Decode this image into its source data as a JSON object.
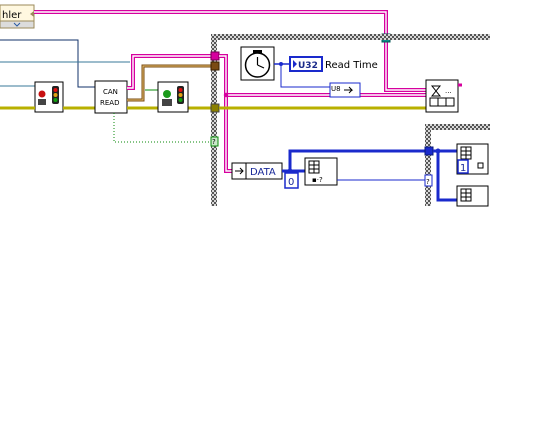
{
  "error_cluster_label": "hler",
  "can_read": {
    "line1": "CAN",
    "line2": "READ"
  },
  "u32_type": "U32",
  "read_time_label": "Read Time",
  "u8_type": "U8",
  "data_label": "DATA",
  "index_zero": "0",
  "index_one": "1",
  "question_mark": "?",
  "colors": {
    "error_wire": "#d6009e",
    "numeric_wire": "#1a2acc",
    "refnum_wire": "#008080",
    "cluster_wire": "#7a4b12",
    "boolean_wire": "#0a8a0a"
  },
  "icons": [
    "error-handler-icon",
    "stoplight-icon",
    "timer-icon",
    "clock-icon",
    "array-index-icon",
    "loop-structure-icon"
  ]
}
